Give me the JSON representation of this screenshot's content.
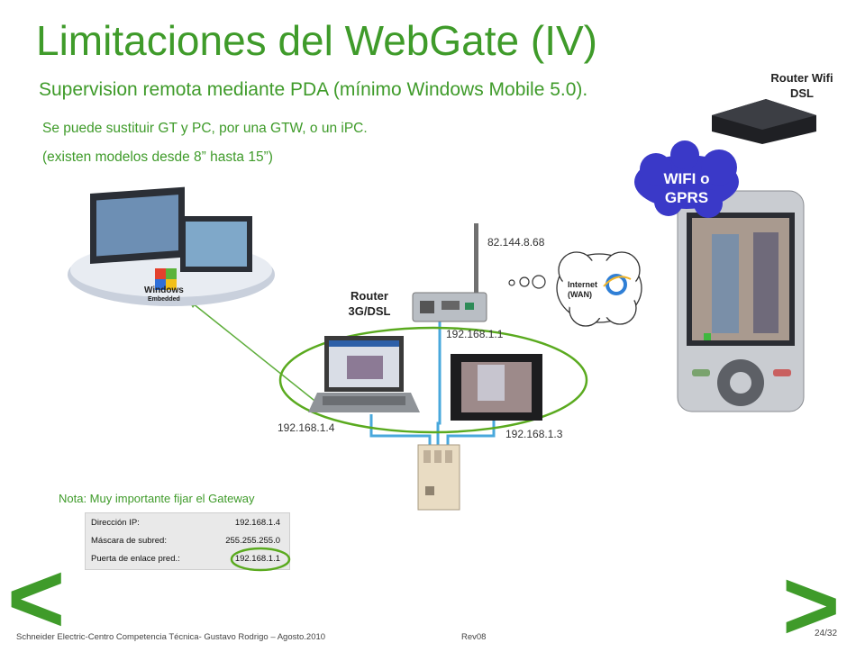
{
  "slide": {
    "title": "Limitaciones del WebGate (IV)",
    "subtitle": "Supervision remota mediante PDA  (mínimo Windows Mobile 5.0).",
    "line1": "Se puede sustituir GT y PC, por una GTW, o un iPC.",
    "line2": "(existen modelos desde 8” hasta 15”)"
  },
  "devices": {
    "router_wifi": "Router Wifi\nDSL",
    "router_wifi_line1": "Router Wifi",
    "router_wifi_line2": "DSL",
    "cloud_wifi_line1": "WIFI o",
    "cloud_wifi_line2": "GPRS",
    "router_3g_line1": "Router",
    "router_3g_line2": "3G/DSL",
    "internet_line1": "Internet",
    "internet_line2": "(WAN)",
    "windows_logo": "Windows",
    "windows_sub": "Embedded"
  },
  "ips": {
    "wan": "82.144.8.68",
    "router": "192.168.1.1",
    "laptop": "192.168.1.4",
    "hmi": "192.168.1.3"
  },
  "note": {
    "text": "Nota: Muy importante fijar el Gateway",
    "rows": [
      {
        "key": "Dirección IP:",
        "value": "192.168.1.4"
      },
      {
        "key": "Máscara de subred:",
        "value": "255.255.255.0"
      },
      {
        "key": "Puerta de enlace pred.:",
        "value": "192.168.1.1"
      }
    ]
  },
  "nav": {
    "prev": "<",
    "next": ">"
  },
  "footer": {
    "credits": "Schneider Electric-Centro Competencia Técnica- Gustavo Rodrigo – Agosto.2010",
    "rev": "Rev08",
    "page": "24/32"
  },
  "colors": {
    "brand_green": "#3f9b2a",
    "cloud_blue": "#3a39c8",
    "cable_blue": "#49a8dc"
  }
}
